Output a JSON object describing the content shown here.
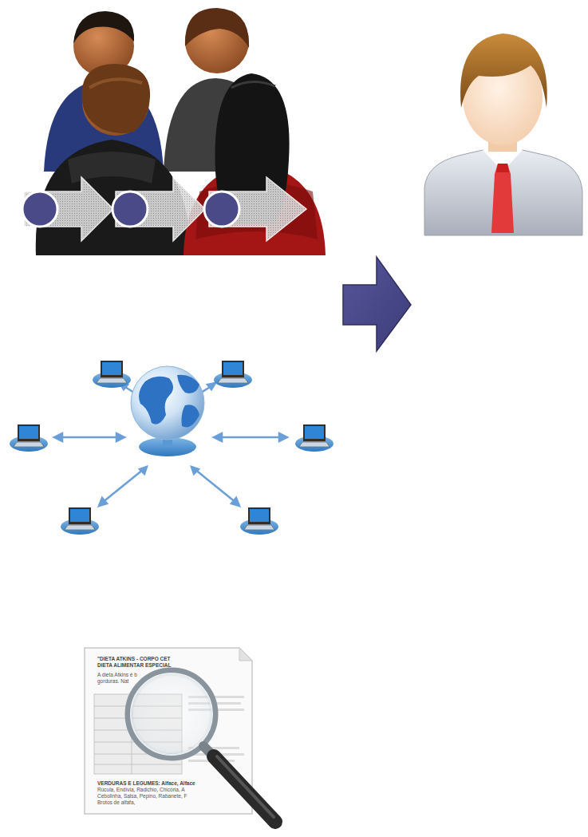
{
  "diagram": {
    "labels": [
      "\"DIETA ATKINS - CORPO CET",
      "DIETA ALIMENTAR ESPECIAL",
      "A dieta Atkins é b",
      "gorduras. Nat",
      "VERDURAS E LEGUMES: Alface, Alface",
      "Rúcula, Endívia, Radichio, Chicória, A",
      "Cebolinha, Salsa, Pepino, Rabanete, F",
      "Brotos de alfafa,"
    ]
  }
}
